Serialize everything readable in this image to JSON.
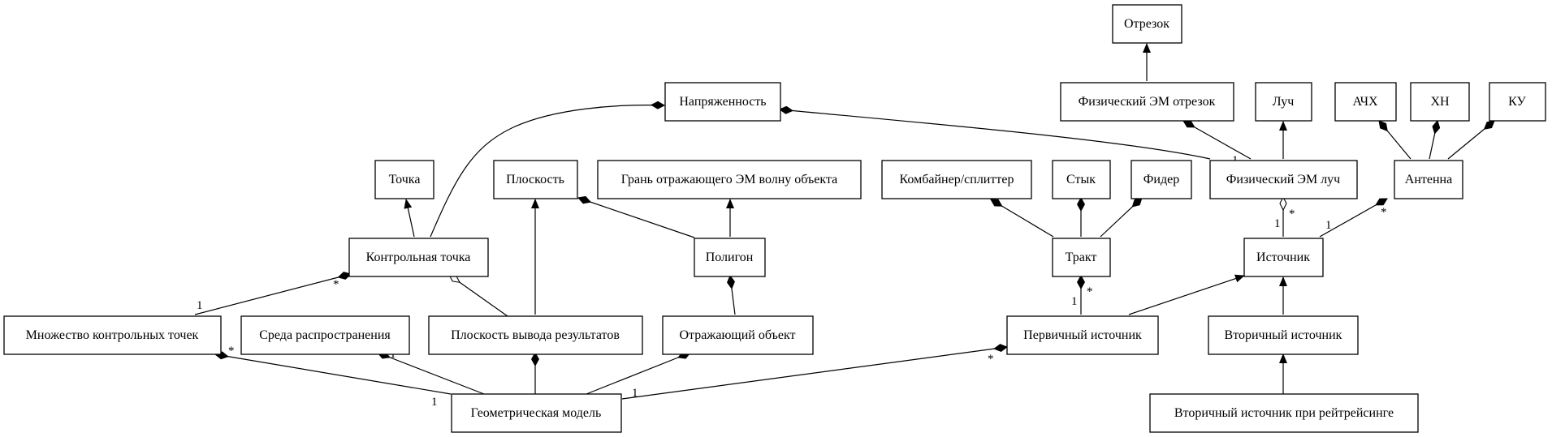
{
  "nodes": {
    "otrezok": "Отрезок",
    "napryazhennost": "Напряженность",
    "fiz_em_otrezok": "Физический ЭМ отрезок",
    "luch": "Луч",
    "achh": "АЧХ",
    "hn": "ХН",
    "ku": "КУ",
    "tochka": "Точка",
    "ploskost": "Плоскость",
    "gran": "Грань отражающего ЭМ волну объекта",
    "kombainer": "Комбайнер/сплиттер",
    "styk": "Стык",
    "fider": "Фидер",
    "fiz_em_luch": "Физический ЭМ луч",
    "antenna": "Антенна",
    "kontr_tochka": "Контрольная точка",
    "poligon": "Полигон",
    "trakt": "Тракт",
    "istochnik": "Источник",
    "mnozhestvo": "Множество контрольных точек",
    "sreda": "Среда распространения",
    "ploskost_vyvoda": "Плоскость вывода результатов",
    "otr_obekt": "Отражающий объект",
    "perv_istochnik": "Первичный источник",
    "vtor_istochnik": "Вторичный источник",
    "vtor_raytracing": "Вторичный источник при рейтрейсинге",
    "geom_model": "Геометрическая модель"
  },
  "multiplicities": {
    "m1": "*",
    "m2": "1",
    "m3": "1",
    "m4": "*",
    "m5": "*",
    "m6": "1",
    "m7": "1",
    "m8": "*",
    "m9": "1",
    "m10": "1",
    "m11": "*",
    "m12": "1",
    "m13": "*",
    "m14": "1",
    "m15": "*"
  }
}
